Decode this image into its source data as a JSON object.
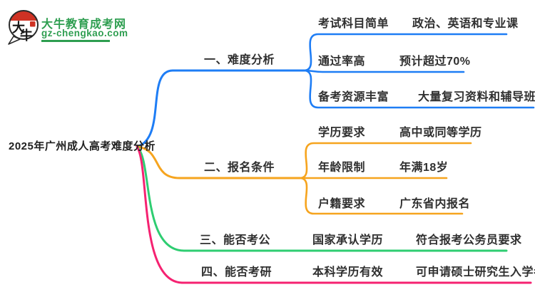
{
  "logo": {
    "icon_text_top": "大",
    "icon_text_bottom": "牛",
    "site_name": "大牛教育成考网",
    "site_url": "gz-chengkao.com",
    "brand_green": "#2e9e50",
    "brand_red": "#cf3224"
  },
  "mindmap": {
    "root": "2025年广州成人高考难度分析",
    "branches": [
      {
        "label": "一、难度分析",
        "color": "#1e7df5",
        "children": [
          {
            "name": "考试科目简单",
            "value": "政治、英语和专业课"
          },
          {
            "name": "通过率高",
            "value": "预计超过70%"
          },
          {
            "name": "备考资源丰富",
            "value": "大量复习资料和辅导班"
          }
        ]
      },
      {
        "label": "二、报名条件",
        "color": "#f6a41e",
        "children": [
          {
            "name": "学历要求",
            "value": "高中或同等学历"
          },
          {
            "name": "年龄限制",
            "value": "年满18岁"
          },
          {
            "name": "户籍要求",
            "value": "广东省内报名"
          }
        ]
      },
      {
        "label": "三、能否考公",
        "color": "#2ecd71",
        "children": [
          {
            "name": "国家承认学历",
            "value": "符合报考公务员要求"
          }
        ]
      },
      {
        "label": "四、能否考研",
        "color": "#f52271",
        "children": [
          {
            "name": "本科学历有效",
            "value": "可申请硕士研究生入学考试"
          }
        ]
      }
    ]
  }
}
